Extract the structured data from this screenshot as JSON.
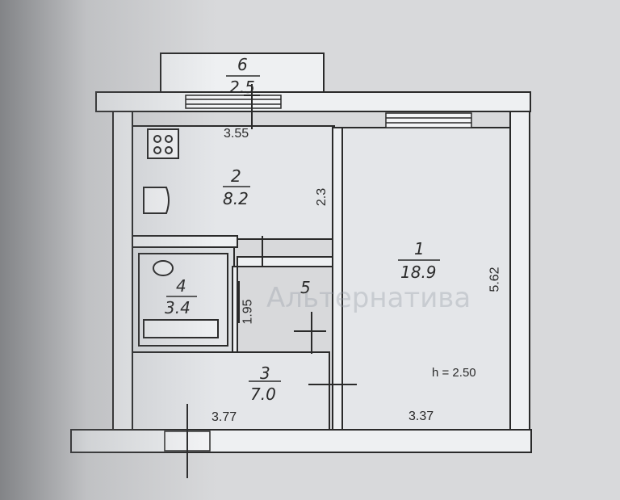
{
  "rooms": [
    {
      "number": "1",
      "area": "18.9"
    },
    {
      "number": "2",
      "area": "8.2"
    },
    {
      "number": "3",
      "area": "7.0"
    },
    {
      "number": "4",
      "area": "3.4"
    },
    {
      "number": "5",
      "area": ""
    },
    {
      "number": "6",
      "area": "2.5"
    }
  ],
  "dimensions": {
    "kitchen_width": "3.55",
    "kitchen_depth": "2.3",
    "room_depth": "5.62",
    "hall_depth": "1.95",
    "hall_width": "3.77",
    "room_width": "3.37"
  },
  "ceiling_height": "h = 2.50",
  "watermark": "Альтернатива",
  "colors": {
    "background": "#d8d9db",
    "wall": "#eef0f2",
    "line": "#2a2a2a"
  }
}
